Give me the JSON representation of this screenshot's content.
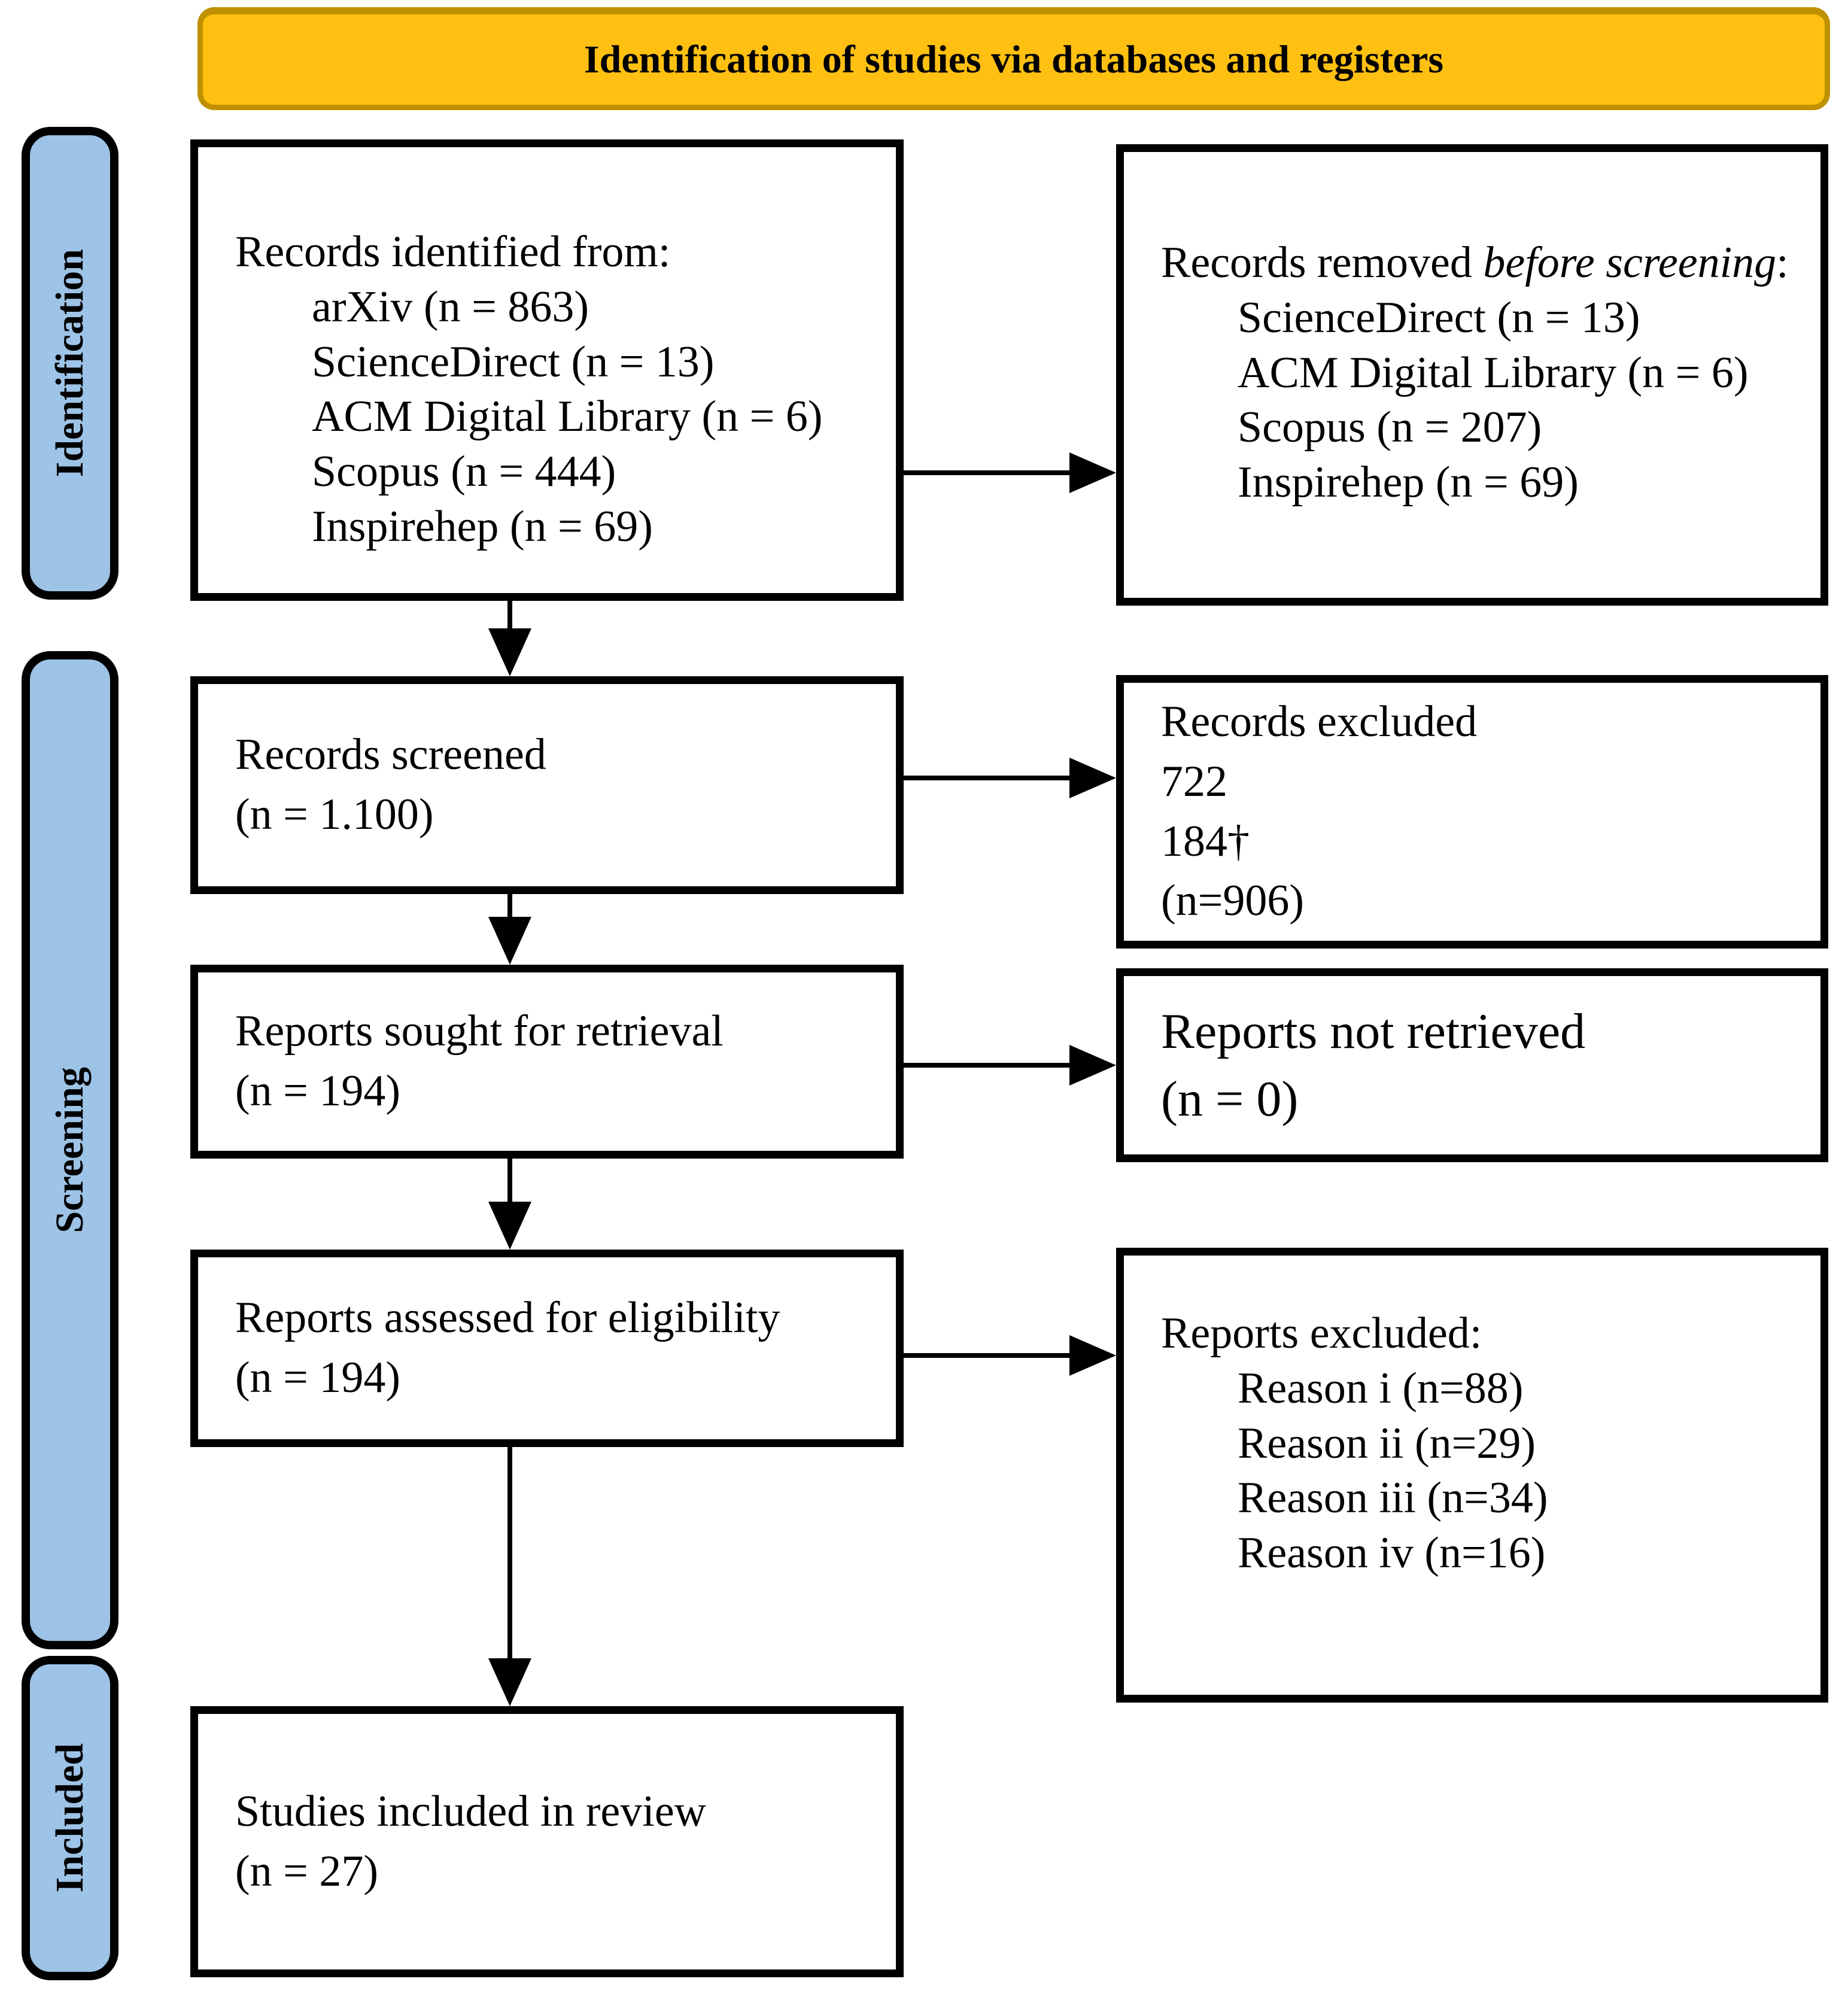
{
  "banner": {
    "title": "Identification of studies via databases and registers"
  },
  "sidebar": {
    "identification_label": "Identification",
    "screening_label": "Screening",
    "included_label": "Included"
  },
  "boxes": {
    "records_identified": {
      "title": "Records identified from:",
      "items": [
        "arXiv (n = 863)",
        "ScienceDirect (n = 13)",
        "ACM Digital Library (n = 6)",
        "Scopus (n = 444)",
        "Inspirehep (n = 69)"
      ]
    },
    "records_removed": {
      "title_pre": "Records removed ",
      "title_italic": "before screening",
      "title_post": ":",
      "items": [
        "ScienceDirect (n = 13)",
        "ACM Digital Library (n = 6)",
        "Scopus (n = 207)",
        "Inspirehep (n = 69)"
      ]
    },
    "records_screened": {
      "lines": [
        "Records screened",
        "(n = 1.100)"
      ]
    },
    "records_excluded": {
      "lines": [
        "Records excluded",
        "722",
        "184†",
        "(n=906)"
      ]
    },
    "reports_sought": {
      "lines": [
        "Reports sought for retrieval",
        "(n = 194)"
      ]
    },
    "reports_not_retrieved": {
      "lines": [
        "Reports not retrieved",
        "(n = 0)"
      ]
    },
    "reports_assessed": {
      "lines": [
        "Reports assessed for eligibility",
        "(n = 194)"
      ]
    },
    "reports_excluded": {
      "title": "Reports excluded:",
      "items": [
        "Reason i (n=88)",
        "Reason ii (n=29)",
        "Reason iii (n=34)",
        "Reason iv (n=16)"
      ]
    },
    "studies_included": {
      "lines": [
        "Studies included in review",
        "(n = 27)"
      ]
    }
  },
  "colors": {
    "banner_fill": "#FFC011",
    "banner_border": "#BF9000",
    "stage_bar_fill": "#9DC3E6",
    "box_border": "#000000",
    "text": "#000000"
  }
}
